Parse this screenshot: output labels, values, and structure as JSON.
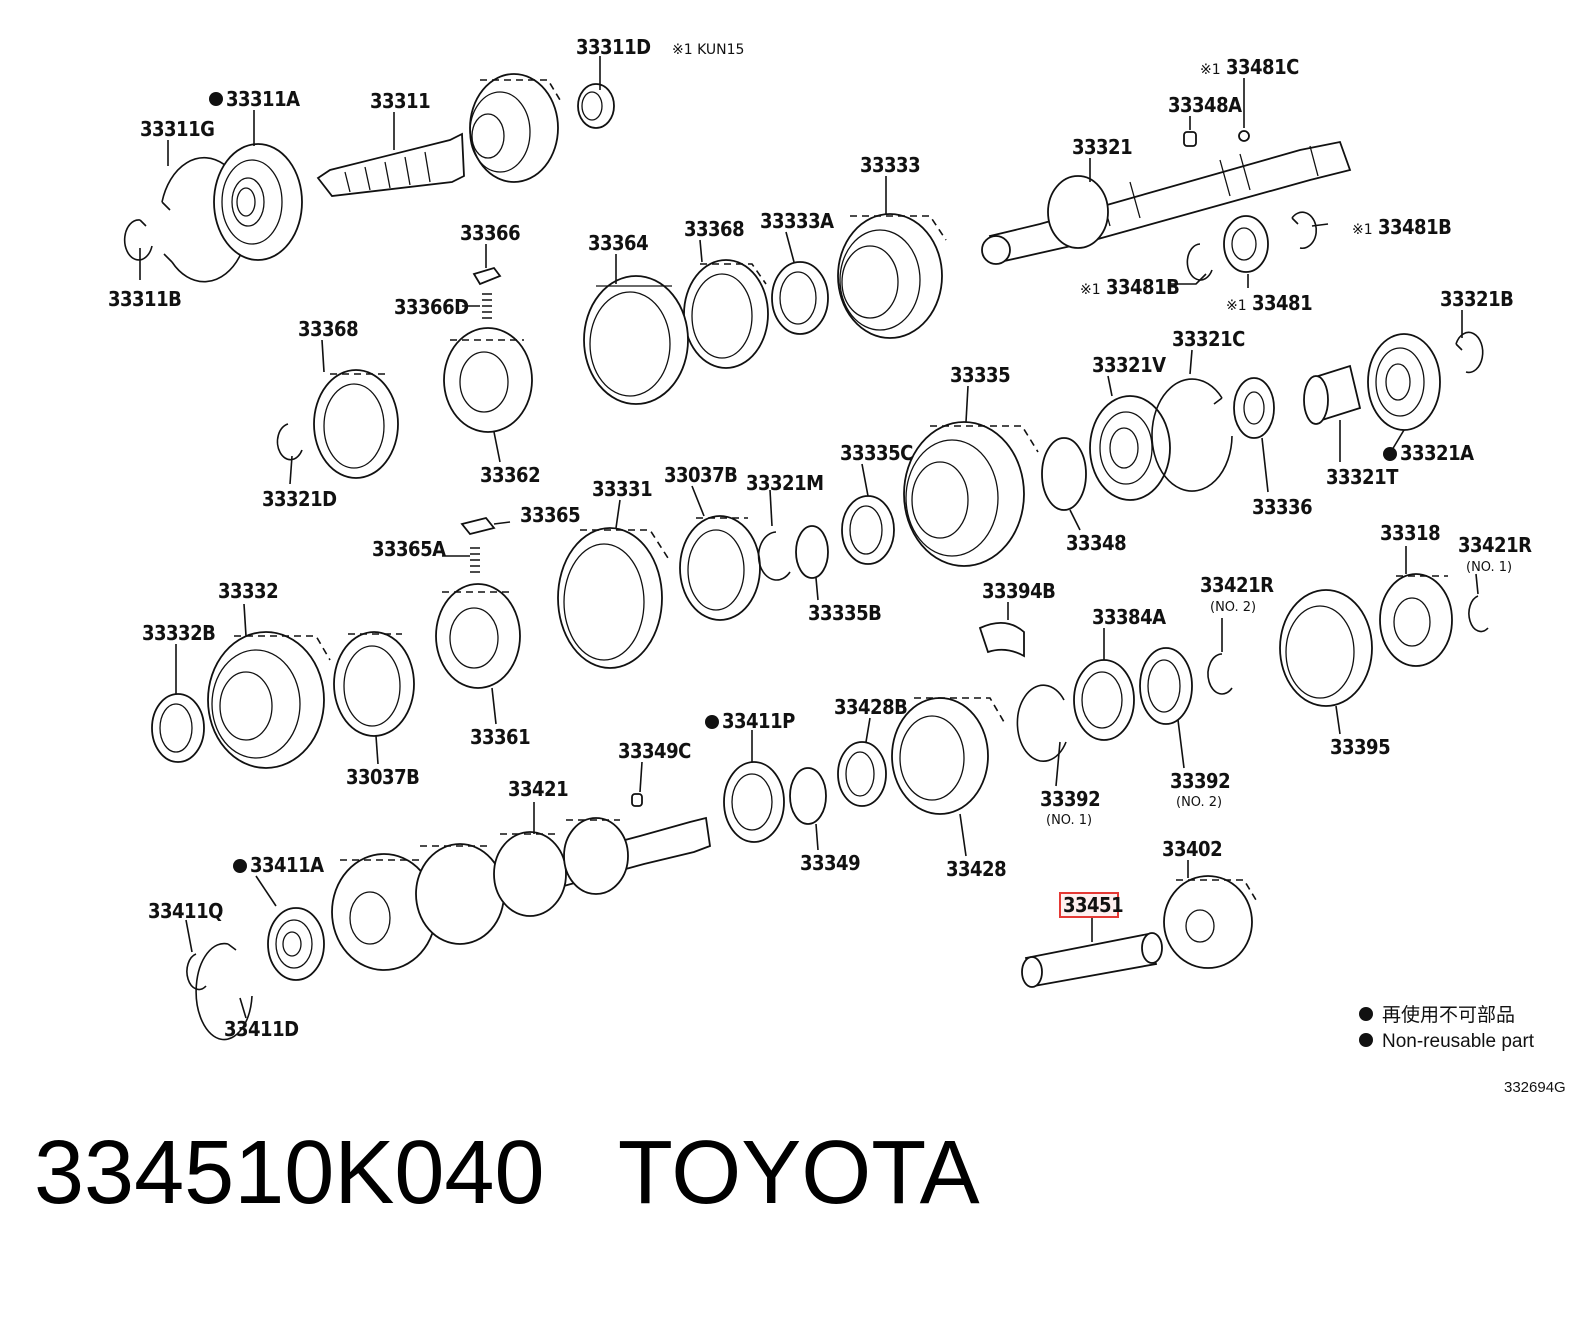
{
  "title": "334510K040   TOYOTA",
  "highlighted_part": "33451",
  "highlight_color": "#e53935",
  "diagram_code": "332694G",
  "footnote_kun15": "※1 KUN15",
  "legend": {
    "jp": "再使用不可部品",
    "en": "Non-reusable part"
  },
  "parts": [
    {
      "label": "33311D"
    },
    {
      "label": "33311A",
      "non_reusable": true
    },
    {
      "label": "33311"
    },
    {
      "label": "33311G"
    },
    {
      "label": "33311B"
    },
    {
      "label": "33481C",
      "note": "※1"
    },
    {
      "label": "33348A"
    },
    {
      "label": "33321"
    },
    {
      "label": "33481B",
      "note": "※1"
    },
    {
      "label": "33481B",
      "note": "※1"
    },
    {
      "label": "33481",
      "note": "※1"
    },
    {
      "label": "33333"
    },
    {
      "label": "33333A"
    },
    {
      "label": "33368"
    },
    {
      "label": "33364"
    },
    {
      "label": "33366"
    },
    {
      "label": "33366D"
    },
    {
      "label": "33368"
    },
    {
      "label": "33362"
    },
    {
      "label": "33321D"
    },
    {
      "label": "33335"
    },
    {
      "label": "33321V"
    },
    {
      "label": "33321C"
    },
    {
      "label": "33321B"
    },
    {
      "label": "33321A",
      "non_reusable": true
    },
    {
      "label": "33321T"
    },
    {
      "label": "33336"
    },
    {
      "label": "33348"
    },
    {
      "label": "33331"
    },
    {
      "label": "33037B"
    },
    {
      "label": "33321M"
    },
    {
      "label": "33335C"
    },
    {
      "label": "33335B"
    },
    {
      "label": "33365"
    },
    {
      "label": "33365A"
    },
    {
      "label": "33332"
    },
    {
      "label": "33332B"
    },
    {
      "label": "33037B"
    },
    {
      "label": "33361"
    },
    {
      "label": "33394B"
    },
    {
      "label": "33384A"
    },
    {
      "label": "33421R",
      "sub": "(NO. 2)"
    },
    {
      "label": "33318"
    },
    {
      "label": "33421R",
      "sub": "(NO. 1)"
    },
    {
      "label": "33395"
    },
    {
      "label": "33411P",
      "non_reusable": true
    },
    {
      "label": "33428B"
    },
    {
      "label": "33349C"
    },
    {
      "label": "33349"
    },
    {
      "label": "33428"
    },
    {
      "label": "33392",
      "sub": "(NO. 1)"
    },
    {
      "label": "33392",
      "sub": "(NO. 2)"
    },
    {
      "label": "33421"
    },
    {
      "label": "33411A",
      "non_reusable": true
    },
    {
      "label": "33411Q"
    },
    {
      "label": "33411D"
    },
    {
      "label": "33402"
    },
    {
      "label": "33451"
    }
  ]
}
